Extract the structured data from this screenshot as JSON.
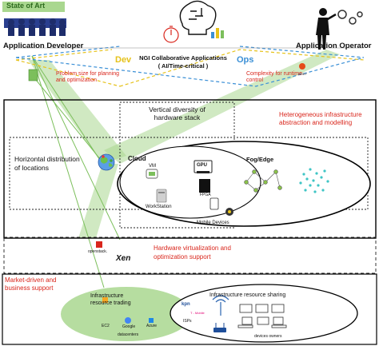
{
  "legend": {
    "label": "State of Art",
    "color": "#a9d78f"
  },
  "roles": {
    "developer": "Application Developer",
    "operator": "Application Operator"
  },
  "devops": {
    "dev": "Dev",
    "ops": "Ops",
    "dev_color": "#e6c21a",
    "ops_color": "#3a8fd6"
  },
  "center": {
    "title": "NGI Collaborative Applications",
    "subtitle": "( AI/Time-critical )"
  },
  "problems": {
    "planning": [
      "Problem size for planning",
      "and optimization"
    ],
    "complexity": [
      "Complexity for runtime",
      "control"
    ]
  },
  "vertical": [
    "Vertical diversity of",
    "hardware stack"
  ],
  "heterogeneous": [
    "Heterogeneous infrastructure",
    "abstraction and modelling"
  ],
  "horizontal": [
    "Horizontal distribution",
    "of locations"
  ],
  "cloud": {
    "label": "Cloud",
    "vm": "VM",
    "gpu": "GPU",
    "fpga": "FPGA",
    "workstation": "WorkStation",
    "mobile": "Mobile Devices"
  },
  "fog": {
    "label": "Fog/Edge"
  },
  "virtualization": {
    "logos": [
      "openstack.",
      "Xen"
    ],
    "text": [
      "Hardware virtualization and",
      "optimization support"
    ]
  },
  "market": [
    "Market-driven and",
    "business support"
  ],
  "trading": {
    "label": [
      "Infrastructure",
      "resource trading"
    ],
    "providers": [
      "EC2",
      "Google",
      "Azure"
    ],
    "datacenters": "datacenters"
  },
  "sharing": {
    "label": "Infrastructure resource sharing",
    "isps": "ISPs",
    "owners": "devices owners",
    "kpn": "kpn",
    "tmobile": "T - Mobile"
  },
  "colors": {
    "red_text": "#d9261c",
    "green_beam": "#a9d78f"
  }
}
